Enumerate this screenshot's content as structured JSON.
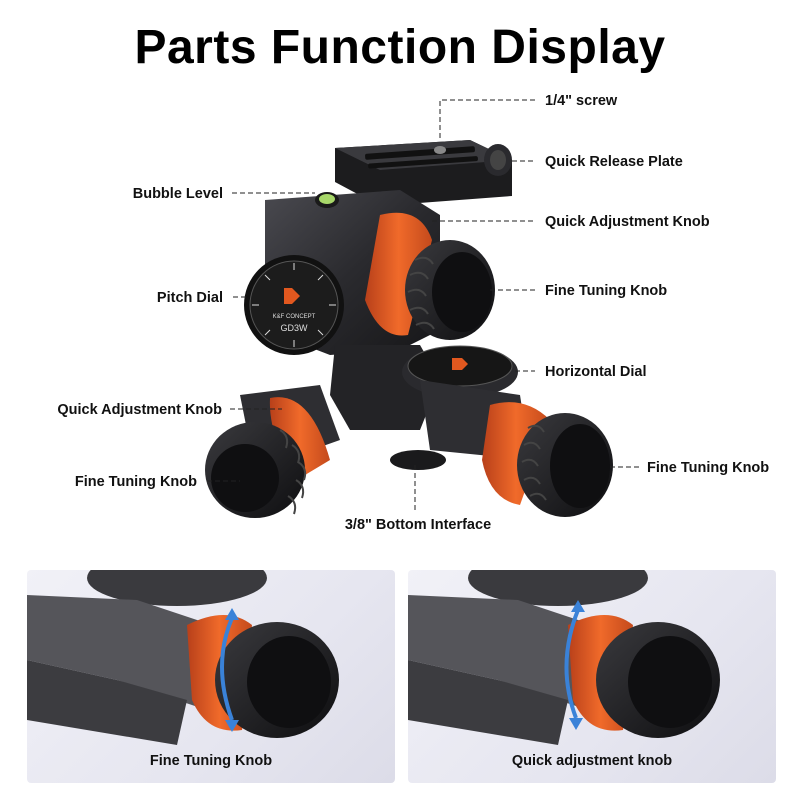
{
  "title": "Parts Function Display",
  "labels": {
    "screw": "1/4\" screw",
    "quick_release_plate": "Quick Release Plate",
    "bubble_level": "Bubble Level",
    "quick_adjustment_knob_top": "Quick Adjustment Knob",
    "pitch_dial": "Pitch Dial",
    "fine_tuning_knob_top": "Fine Tuning Knob",
    "horizontal_dial": "Horizontal Dial",
    "quick_adjustment_knob_left": "Quick Adjustment Knob",
    "fine_tuning_knob_left": "Fine Tuning Knob",
    "fine_tuning_knob_right": "Fine Tuning Knob",
    "bottom_interface": "3/8\" Bottom Interface"
  },
  "product": {
    "brand": "K&F CONCEPT",
    "model": "GD3W"
  },
  "panels": [
    {
      "caption": "Fine Tuning Knob"
    },
    {
      "caption": "Quick adjustment knob"
    }
  ],
  "colors": {
    "accent_orange": "#e2581f",
    "body_dark": "#2a2a2e",
    "arrow_blue": "#3a82d8"
  }
}
